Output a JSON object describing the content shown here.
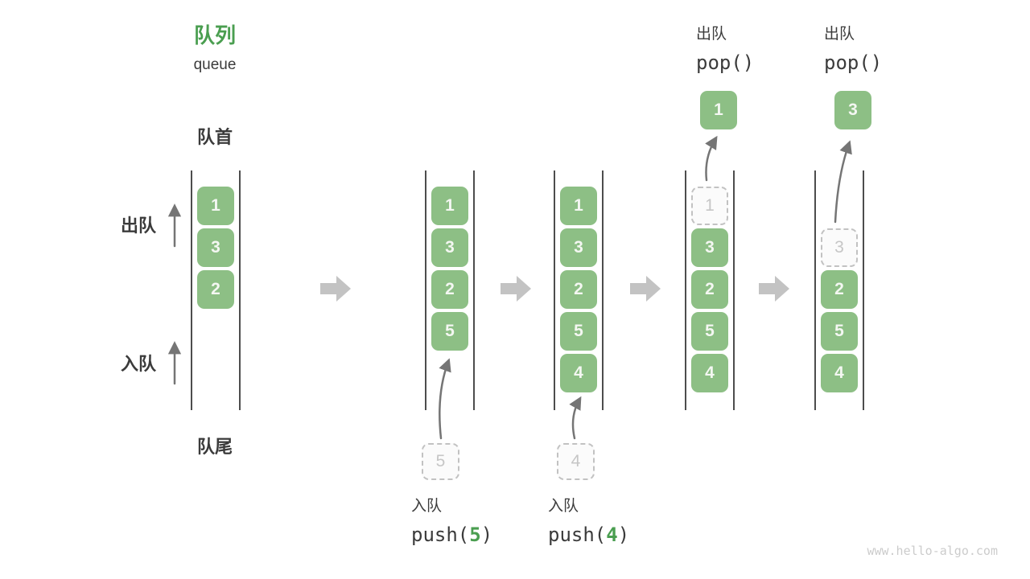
{
  "title": {
    "zh": "队列",
    "en": "queue"
  },
  "labels": {
    "front": "队首",
    "rear": "队尾",
    "dequeue": "出队",
    "enqueue": "入队"
  },
  "watermark": "www.hello-algo.com",
  "colors": {
    "accent_green": "#4A9E50",
    "box_green": "#8DBF85",
    "box_text": "#F4F7F2",
    "text_dark": "#3B3B3B",
    "ghost_border": "#C2C2C2",
    "ghost_text": "#C6C6C6",
    "ghost_fill": "#FBFBFB",
    "rail_gray": "#4D4D4D",
    "step_arrow_gray": "#C3C3C3",
    "thin_arrow_gray": "#757575",
    "watermark_gray": "#CCCCCC"
  },
  "columns": [
    {
      "name": "state-initial",
      "cells": [
        {
          "slot": 0,
          "value": "1",
          "style": "solid"
        },
        {
          "slot": 1,
          "value": "3",
          "style": "solid"
        },
        {
          "slot": 2,
          "value": "2",
          "style": "solid"
        }
      ]
    },
    {
      "name": "state-after-push-5",
      "cells": [
        {
          "slot": 0,
          "value": "1",
          "style": "solid"
        },
        {
          "slot": 1,
          "value": "3",
          "style": "solid"
        },
        {
          "slot": 2,
          "value": "2",
          "style": "solid"
        },
        {
          "slot": 3,
          "value": "5",
          "style": "solid"
        }
      ],
      "staging": {
        "value": "5"
      },
      "caption": {
        "zh": "入队",
        "code_before": "push(",
        "arg": "5",
        "code_after": ")"
      }
    },
    {
      "name": "state-after-push-4",
      "cells": [
        {
          "slot": 0,
          "value": "1",
          "style": "solid"
        },
        {
          "slot": 1,
          "value": "3",
          "style": "solid"
        },
        {
          "slot": 2,
          "value": "2",
          "style": "solid"
        },
        {
          "slot": 3,
          "value": "5",
          "style": "solid"
        },
        {
          "slot": 4,
          "value": "4",
          "style": "solid"
        }
      ],
      "staging": {
        "value": "4"
      },
      "caption": {
        "zh": "入队",
        "code_before": "push(",
        "arg": "4",
        "code_after": ")"
      }
    },
    {
      "name": "state-after-pop-1",
      "cells": [
        {
          "slot": 0,
          "value": "1",
          "style": "ghost"
        },
        {
          "slot": 1,
          "value": "3",
          "style": "solid"
        },
        {
          "slot": 2,
          "value": "2",
          "style": "solid"
        },
        {
          "slot": 3,
          "value": "5",
          "style": "solid"
        },
        {
          "slot": 4,
          "value": "4",
          "style": "solid"
        }
      ],
      "popped": {
        "value": "1"
      },
      "caption_top": {
        "zh": "出队",
        "code": "pop()"
      }
    },
    {
      "name": "state-after-pop-3",
      "cells": [
        {
          "slot": 1,
          "value": "3",
          "style": "ghost"
        },
        {
          "slot": 2,
          "value": "2",
          "style": "solid"
        },
        {
          "slot": 3,
          "value": "5",
          "style": "solid"
        },
        {
          "slot": 4,
          "value": "4",
          "style": "solid"
        }
      ],
      "popped": {
        "value": "3"
      },
      "caption_top": {
        "zh": "出队",
        "code": "pop()"
      }
    }
  ]
}
